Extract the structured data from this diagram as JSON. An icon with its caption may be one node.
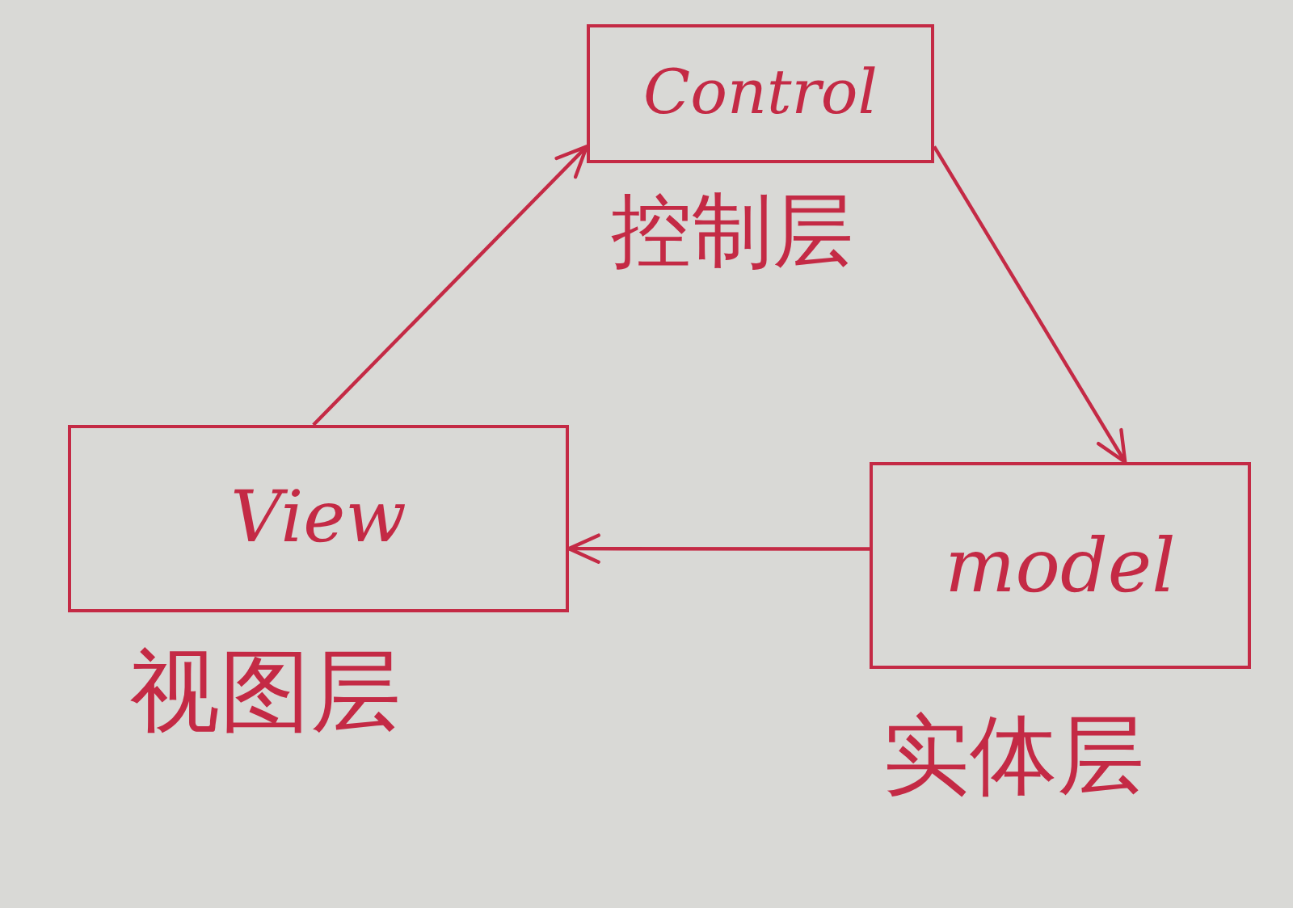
{
  "diagram": {
    "nodes": [
      {
        "text": [
          "Control"
        ],
        "beside": [
          "控制层"
        ]
      },
      {
        "text": [
          "View"
        ],
        "beside": [
          "视图层"
        ]
      },
      {
        "text": [
          "model"
        ],
        "beside": [
          "实体层"
        ]
      }
    ],
    "edges": [
      {
        "from": 1,
        "to": 0,
        "arrow": "to"
      },
      {
        "from": 0,
        "to": 2,
        "arrow": "to"
      },
      {
        "from": 2,
        "to": 1,
        "arrow": "to"
      }
    ]
  }
}
